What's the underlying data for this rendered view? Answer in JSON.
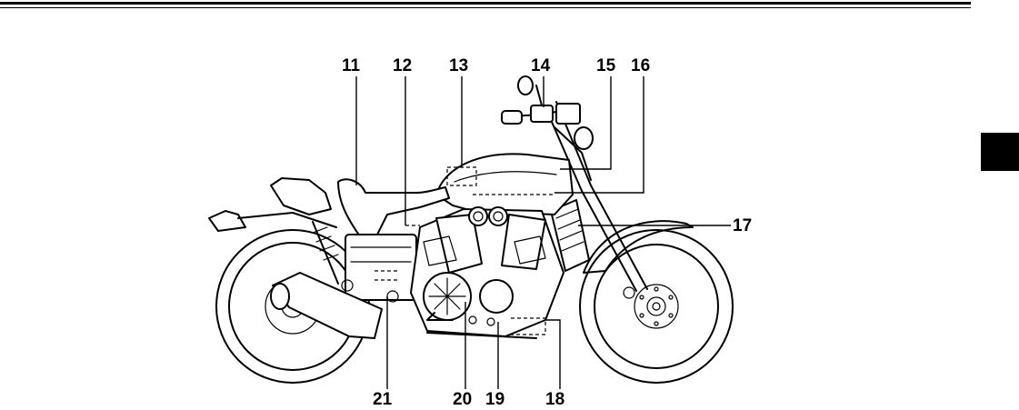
{
  "callouts": [
    {
      "id": "11",
      "label": "11"
    },
    {
      "id": "12",
      "label": "12"
    },
    {
      "id": "13",
      "label": "13"
    },
    {
      "id": "14",
      "label": "14"
    },
    {
      "id": "15",
      "label": "15"
    },
    {
      "id": "16",
      "label": "16"
    },
    {
      "id": "17",
      "label": "17"
    },
    {
      "id": "18",
      "label": "18"
    },
    {
      "id": "19",
      "label": "19"
    },
    {
      "id": "20",
      "label": "20"
    },
    {
      "id": "21",
      "label": "21"
    }
  ],
  "colors": {
    "ink": "#000000",
    "paper": "#ffffff"
  },
  "illustration": {
    "subject-icon": "motorcycle-side-view-icon"
  }
}
